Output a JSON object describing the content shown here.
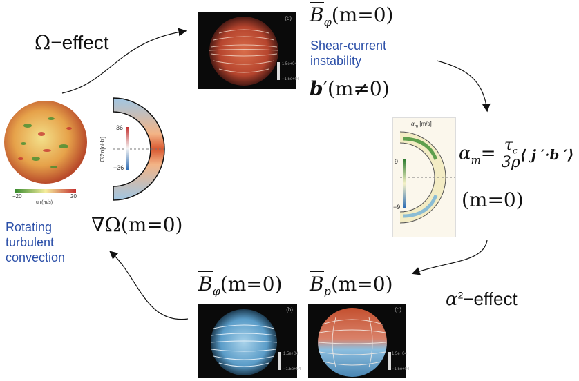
{
  "omega_effect": {
    "symbol": "Ω",
    "text": "−effect"
  },
  "panel_top": {
    "tag": "(b)",
    "cbar_top": "1.5e+04",
    "cbar_bottom": "−1.5e+04"
  },
  "b_phi_top": {
    "symbol": "B",
    "sub": "φ",
    "arg": "(m=0)"
  },
  "shear_current": [
    "Shear-current",
    "instability"
  ],
  "b_prime": {
    "symbol": "b",
    "arg": "(m≠0)"
  },
  "alpha_panel": {
    "title": "α",
    "title_sub": "m",
    "title_units": "[m/s]",
    "tick_top": "9",
    "tick_bottom": "−9"
  },
  "alpha_formula": {
    "lhs": "α",
    "lhs_sub": "m",
    "num": "τ",
    "num_sub": "c",
    "den": "3ρ",
    "bracket": "⟨ j ′·b ′⟩"
  },
  "alpha_m0": "(m=0)",
  "alpha2_effect": {
    "symbol": "α",
    "sup": "2",
    "text": "−effect"
  },
  "b_p_bottom": {
    "symbol": "B",
    "sub": "p",
    "arg": "(m=0)"
  },
  "panel_b_p": {
    "tag": "(d)",
    "cbar_top": "1.5e+04",
    "cbar_bottom": "−1.5e+04"
  },
  "b_phi_bottom": {
    "symbol": "B",
    "sub": "φ",
    "arg": "(m=0)"
  },
  "panel_b_phi": {
    "tag": "(b)",
    "cbar_top": "1.5e+04",
    "cbar_bottom": "−1.5e+04"
  },
  "rotating": [
    "Rotating",
    "turbulent",
    "convection"
  ],
  "sphere": {
    "cbar_min": "−20",
    "cbar_max": "20",
    "cbar_label": "u r(m/s)"
  },
  "omega_panel": {
    "tick_top": "36",
    "tick_bottom": "−36",
    "axis_label": "Ω̄/2π[nHz]"
  },
  "nabla_omega": {
    "symbol": "∇Ω",
    "arg": "(m=0)"
  },
  "colors": {
    "blue_text": "#2b4fa8",
    "red_field": "#c4502f",
    "blue_field": "#5a9cc8"
  }
}
